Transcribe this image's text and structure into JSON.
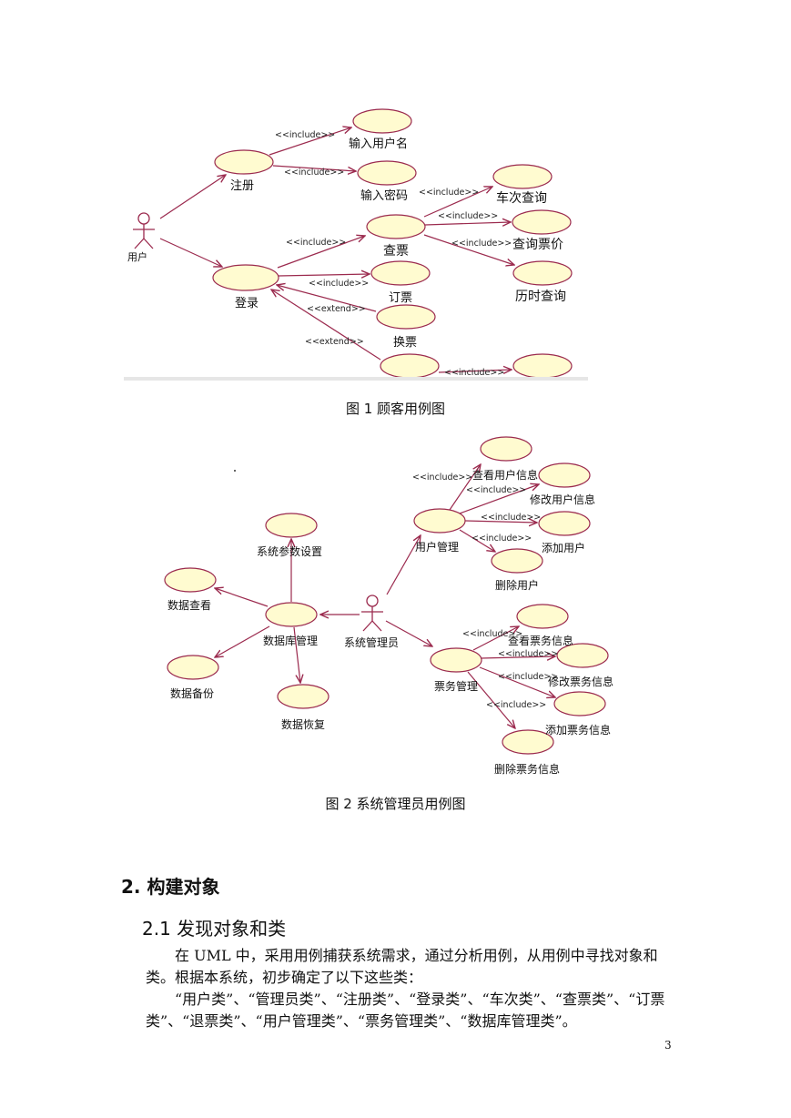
{
  "figure1": {
    "caption": "图 1  顾客用例图",
    "actor": "用户",
    "usecases": {
      "register": "注册",
      "username": "输入用户名",
      "password": "输入密码",
      "login": "登录",
      "query": "查票",
      "train_query": "车次查询",
      "price_query": "查询票价",
      "duration_query": "历时查询",
      "book": "订票",
      "change": "换票"
    },
    "labels": {
      "include": "<<include>>",
      "extend": "<<extend>>"
    }
  },
  "figure2": {
    "caption": "图 2  系统管理员用例图",
    "actor": "系统管理员",
    "usecases": {
      "user_mgmt": "用户管理",
      "view_user": "查看用户信息",
      "edit_user": "修改用户信息",
      "add_user": "添加用户",
      "delete_user": "删除用户",
      "params": "系统参数设置",
      "db_mgmt": "数据库管理",
      "data_view": "数据查看",
      "data_backup": "数据备份",
      "data_restore": "数据恢复",
      "ticket_mgmt": "票务管理",
      "view_ticket": "查看票务信息",
      "edit_ticket": "修改票务信息",
      "add_ticket": "添加票务信息",
      "delete_ticket": "删除票务信息"
    },
    "labels": {
      "include": "<<include>>"
    }
  },
  "section": {
    "heading": "2.  构建对象",
    "subheading": "2.1    发现对象和类",
    "paragraph1": "在 UML 中，采用用例捕获系统需求，通过分析用例，从用例中寻找对象和类。根据本系统，初步确定了以下这些类：",
    "paragraph2": "“用户类”、“管理员类”、“注册类”、“登录类”、“车次类”、“查票类”、“订票类”、“退票类”、“用户管理类”、“票务管理类”、“数据库管理类”。"
  },
  "page_number": "3"
}
